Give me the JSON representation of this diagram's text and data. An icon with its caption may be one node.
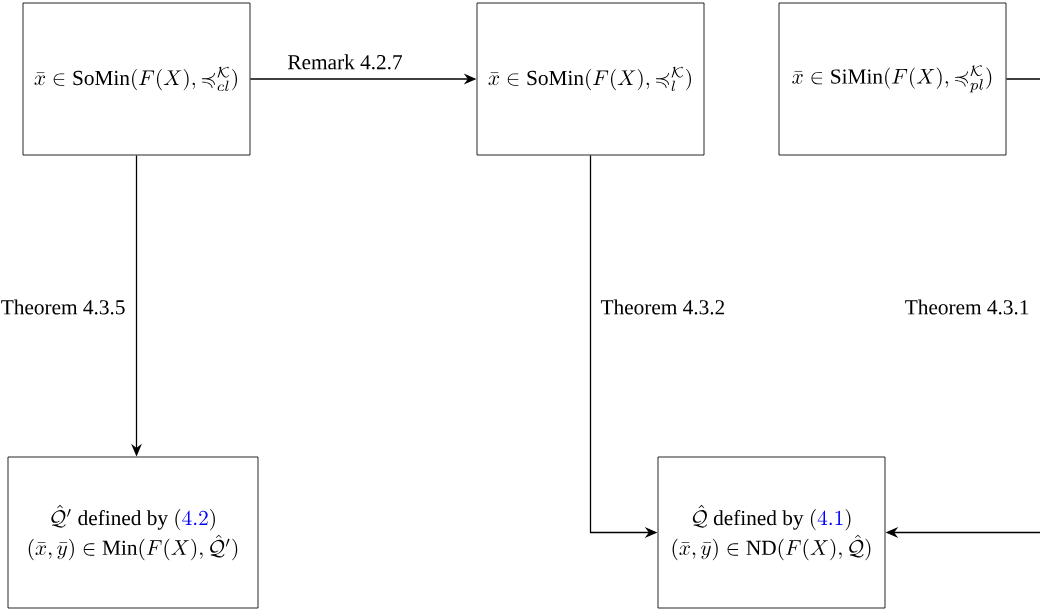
{
  "diagram": {
    "nodes": [
      {
        "text": [
          "\\bar{x} \\in \\mathrm{SoMin}(F(X), \\preccurlyeq^{\\mathcal{K}}_{cl})"
        ]
      },
      {
        "text": [
          "\\bar{x} \\in \\mathrm{SoMin}(F(X), \\preccurlyeq^{\\mathcal{K}}_{l})"
        ]
      },
      {
        "text": [
          "\\bar{x} \\in \\mathrm{SiMin}(F(X), \\preccurlyeq^{\\mathcal{K}}_{pl})"
        ]
      },
      {
        "text": [
          "\\hat{\\mathcal{Q}}' \\text{ defined by } (\\textcolor{blue}{4.2})",
          "(\\bar{x}, \\bar{y}) \\in \\mathrm{Min}(F(X), \\hat{\\mathcal{Q}}')"
        ]
      },
      {
        "text": [
          "\\hat{\\mathcal{Q}} \\text{ defined by } (\\textcolor{blue}{4.1})",
          "(\\bar{x}, \\bar{y}) \\in \\mathrm{ND}(F(X), \\hat{\\mathcal{Q}})"
        ]
      }
    ],
    "edges": [
      {
        "from": 0,
        "to": 1,
        "arrow": "to",
        "label": "Remark 4.2.7"
      },
      {
        "from": 0,
        "to": 3,
        "arrow": "to",
        "label": "Theorem 4.3.5"
      },
      {
        "from": 1,
        "to": 4,
        "arrow": "to",
        "label": "Theorem 4.3.2"
      },
      {
        "from": 2,
        "to": 4,
        "arrow": "to",
        "label": "Theorem 4.3.1"
      }
    ]
  }
}
